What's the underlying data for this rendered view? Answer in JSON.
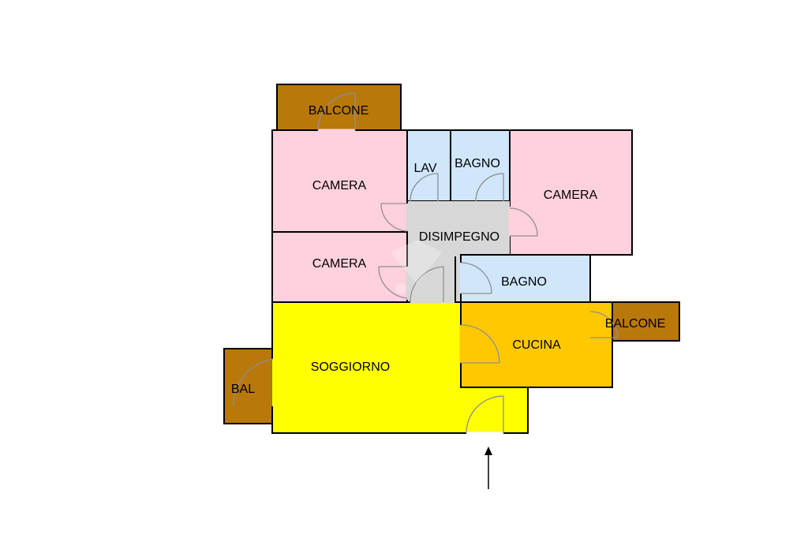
{
  "colors": {
    "camera": "#ffd1dc",
    "bagno": "#cfe6fb",
    "disimpegno": "#d7d7d7",
    "soggiorno": "#ffff00",
    "cucina": "#ffc800",
    "balcone": "#b8780a"
  },
  "rooms": {
    "balcone_top": "BALCONE",
    "camera_top_left": "CAMERA",
    "lav": "LAV",
    "bagno_top": "BAGNO",
    "camera_right": "CAMERA",
    "disimpegno": "DISIMPEGNO",
    "camera_mid_left": "CAMERA",
    "bagno_mid": "BAGNO",
    "balcone_right": "BALCONE",
    "cucina": "CUCINA",
    "soggiorno": "SOGGIORNO",
    "bal_left": "BAL"
  },
  "entrance": {
    "marker": "entrance-arrow"
  }
}
